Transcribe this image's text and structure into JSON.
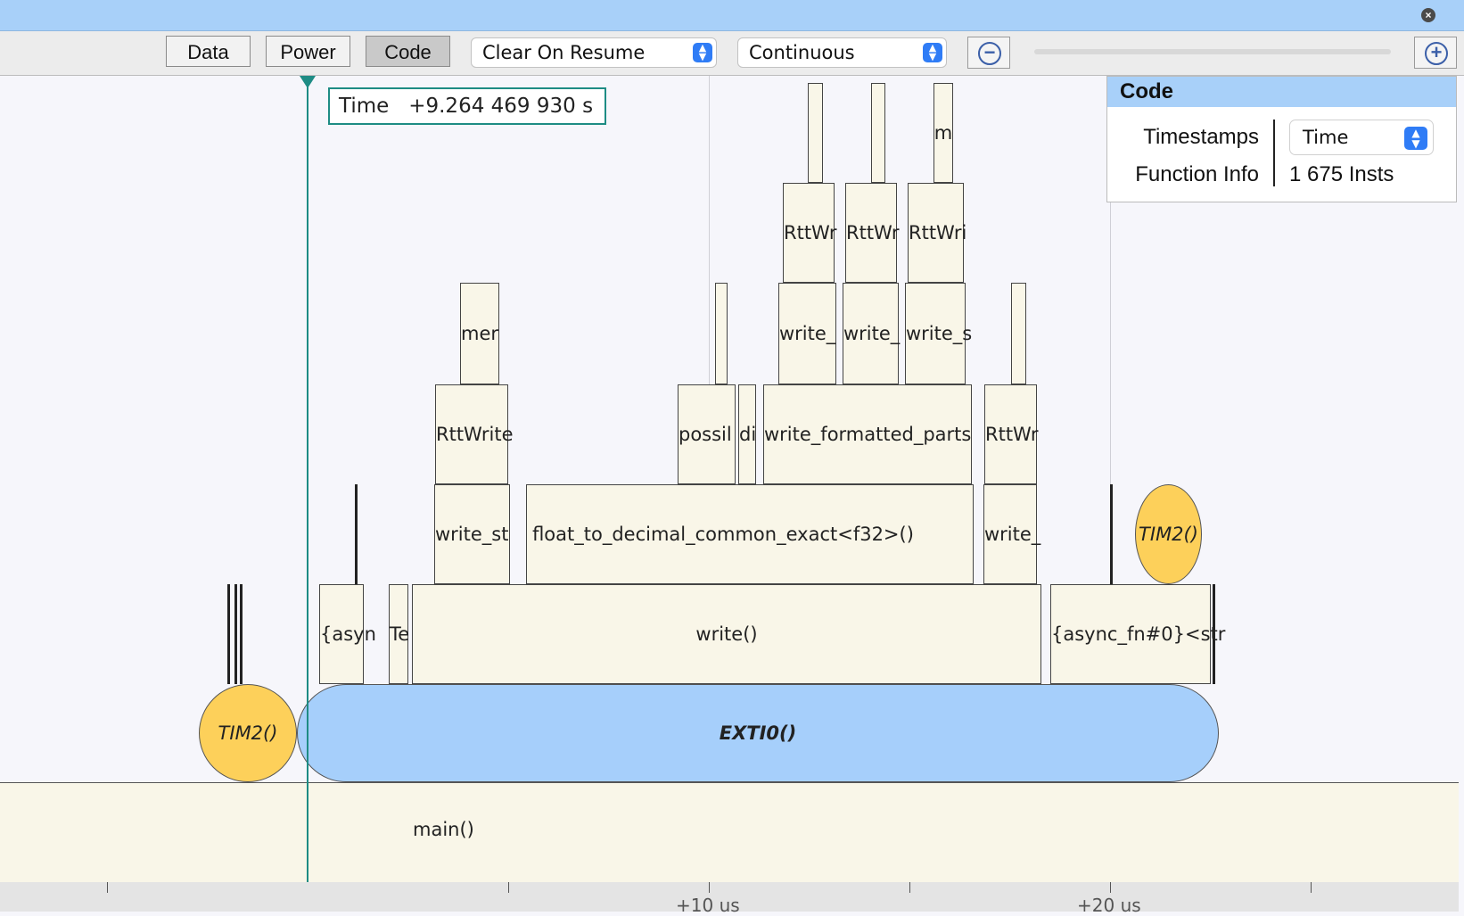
{
  "toolbar": {
    "buttons": [
      "Data",
      "Power",
      "Code"
    ],
    "clear_select": "Clear On Resume",
    "mode_select": "Continuous"
  },
  "cursor": {
    "time_readout": "Time   +9.264 469 930 s"
  },
  "frames": {
    "main": "main()",
    "tim2_left": "TIM2()",
    "tim2_right": "TIM2()",
    "exti0": "EXTI0()",
    "asyn_left": "{asyn",
    "te": "Te",
    "write": "write()",
    "async_right": "{async_fn#0}<str",
    "write_st": "write_st",
    "float_to_decimal": "float_to_decimal_common_exact<f32>()",
    "write_right": "write_",
    "rttwrite_left": "RttWrite",
    "possil": "possil",
    "di": "di",
    "write_formatted_parts": "write_formatted_parts",
    "rttwr_right": "RttWr",
    "mer": "mer",
    "write_s1": "write_",
    "write_s2": "write_",
    "write_s3": "write_s",
    "rttwr_1": "RttWr",
    "rttwr_2": "RttWr",
    "rttwr_3": "RttWri",
    "m_top": "m"
  },
  "axis": {
    "ticks": [
      "+10 us",
      "+20 us"
    ]
  },
  "panel": {
    "title": "Code",
    "timestamps_label": "Timestamps",
    "timestamps_value": "Time",
    "function_info_label": "Function Info",
    "function_info_value": "1 675 Insts"
  },
  "colors": {
    "titlebar": "#a8d0f9",
    "exti": "#a6cffb",
    "tim": "#fdd05a",
    "frame": "#f9f6e8",
    "cursor": "#1e8c84"
  }
}
